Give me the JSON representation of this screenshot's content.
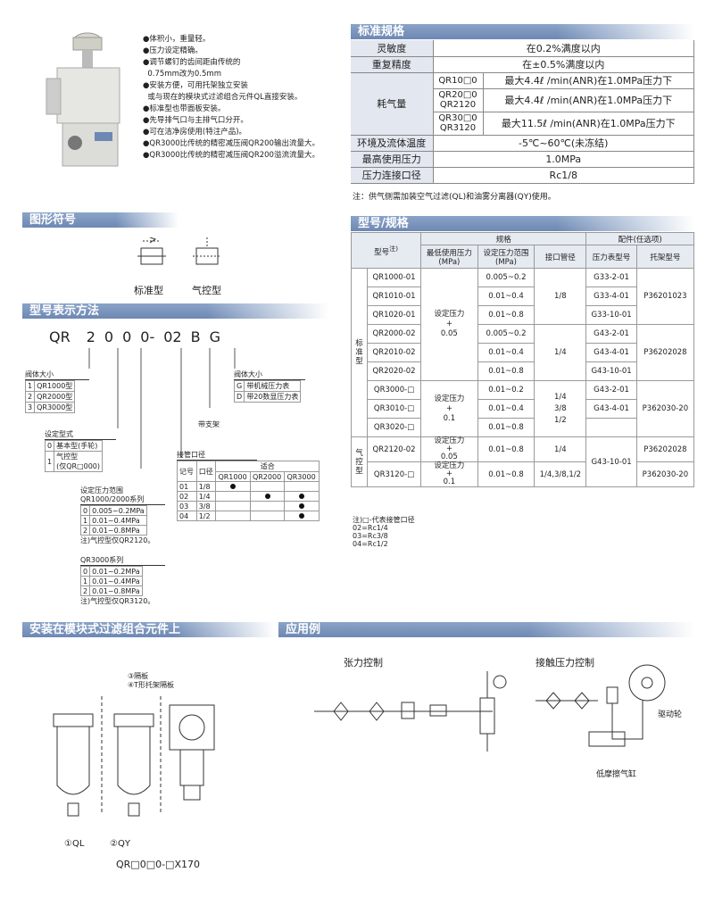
{
  "features": [
    "体积小，重量轻。",
    "压力设定精确。",
    "调节螺钉的齿间距由传统的",
    "0.75mm改为0.5mm",
    "安装方便，可用托架独立安装",
    "或与现在的模块式过滤组合元件QL直接安装。",
    "标准型也带面板安装。",
    "先导排气口与主排气口分开。",
    "可在洁净房使用(特注产品)。",
    "QR3000比传统的精密减压阀QR200输出流量大。",
    "QR3000比传统的精密减压阀QR200溢流流量大。"
  ],
  "spec": {
    "title": "标准规格",
    "rows": [
      {
        "label": "灵敏度",
        "value": "在0.2%满度以内"
      },
      {
        "label": "重复精度",
        "value": "在±0.5%满度以内"
      }
    ],
    "consumption_label": "耗气量",
    "consumption": [
      {
        "model": "QR10□0",
        "value": "最大4.4ℓ /min(ANR)在1.0MPa压力下"
      },
      {
        "model": "QR20□0\nQR2120",
        "value": "最大4.4ℓ /min(ANR)在1.0MPa压力下"
      },
      {
        "model": "QR30□0\nQR3120",
        "value": "最大11.5ℓ /min(ANR)在1.0MPa压力下"
      }
    ],
    "rows2": [
      {
        "label": "环境及流体温度",
        "value": "-5℃~60℃(未冻结)"
      },
      {
        "label": "最高使用压力",
        "value": "1.0MPa"
      },
      {
        "label": "压力连接口径",
        "value": "Rc1/8"
      }
    ],
    "note": "注：供气侧需加装空气过滤(QL)和油雾分离器(QY)使用。"
  },
  "symbols": {
    "title": "图形符号",
    "standard": "标准型",
    "pilot": "气控型"
  },
  "howto": {
    "title": "型号表示方法",
    "code": [
      "QR",
      "2",
      "0",
      "0",
      "0-",
      "02",
      "B",
      "G"
    ],
    "body_size_title": "阀体大小",
    "body_sizes": [
      [
        "1",
        "QR1000型"
      ],
      [
        "2",
        "QR2000型"
      ],
      [
        "3",
        "QR3000型"
      ]
    ],
    "setting_title": "设定型式",
    "settings": [
      [
        "0",
        "基本型(手轮)"
      ],
      [
        "1",
        "气控型\n(仅QR□000)"
      ]
    ],
    "range_title": "设定压力范围\nQR1000/2000系列",
    "ranges": [
      [
        "0",
        "0.005~0.2MPa"
      ],
      [
        "1",
        "0.01~0.4MPa"
      ],
      [
        "2",
        "0.01~0.8MPa"
      ]
    ],
    "range_note": "注)气控型仅QR2120。",
    "range3_title": "QR3000系列",
    "ranges3": [
      [
        "0",
        "0.01~0.2MPa"
      ],
      [
        "1",
        "0.01~0.4MPa"
      ],
      [
        "2",
        "0.01~0.8MPa"
      ]
    ],
    "range3_note": "注)气控型仅QR3120。",
    "bracket": "带支架",
    "gauge_title": "阀体大小",
    "gauges": [
      [
        "G",
        "带机械压力表"
      ],
      [
        "D",
        "带20数显压力表"
      ]
    ],
    "port_title": "接管口径",
    "port_head": [
      "记号",
      "口径",
      "适合",
      "QR1000",
      "QR2000",
      "QR3000"
    ],
    "ports": [
      [
        "01",
        "1/8",
        1,
        0,
        0
      ],
      [
        "02",
        "1/4",
        0,
        1,
        1
      ],
      [
        "03",
        "3/8",
        0,
        0,
        1
      ],
      [
        "04",
        "1/2",
        0,
        0,
        1
      ]
    ]
  },
  "model_spec": {
    "title": "型号/规格",
    "h_model": "型号",
    "h_model_note": "注)",
    "h_spec": "规格",
    "h_acc": "配件(任选项)",
    "h_min": "最低使用压力\n(MPa)",
    "h_range": "设定压力范围\n(MPa)",
    "h_port": "接口管径",
    "h_gauge": "压力表型号",
    "h_bracket": "托架型号",
    "group_std": "标\n准\n型",
    "group_pilot": "气\n控\n型",
    "rows": [
      [
        "QR1000-01",
        "0.005~0.2",
        "G33-2-01"
      ],
      [
        "QR1010-01",
        "0.01~0.4",
        "G33-4-01"
      ],
      [
        "QR1020-01",
        "0.01~0.8",
        "G33-10-01"
      ],
      [
        "QR2000-02",
        "0.005~0.2",
        "G43-2-01"
      ],
      [
        "QR2010-02",
        "0.01~0.4",
        "G43-4-01"
      ],
      [
        "QR2020-02",
        "0.01~0.8",
        "G43-10-01"
      ],
      [
        "QR3000-□",
        "0.01~0.2",
        "G43-2-01"
      ],
      [
        "QR3010-□",
        "0.01~0.4",
        "G43-4-01"
      ],
      [
        "QR3020-□",
        "0.01~0.8",
        ""
      ],
      [
        "QR2120-02",
        "0.01~0.8",
        "G43-10-01"
      ],
      [
        "QR3120-□",
        "0.01~0.8",
        ""
      ]
    ],
    "min1": "设定压力\n+\n0.05",
    "min2": "设定压力\n+\n0.1",
    "min3": "设定压力\n+\n0.05",
    "min4": "设定压力\n+\n0.1",
    "port1": "1/8",
    "port2": "1/4",
    "port3": "1/4\n3/8\n1/2",
    "port4": "1/4",
    "port5": "1/4,3/8,1/2",
    "br1": "P36201023",
    "br2": "P36202028",
    "br3": "P362030-20",
    "br4": "P36202028",
    "br5": "P362030-20",
    "notes": [
      "注)□-代表接管口径",
      "02=Rc1/4",
      "03=Rc3/8",
      "04=Rc1/2"
    ]
  },
  "mount": {
    "title": "安装在模块式过滤组合元件上",
    "l3": "③隔板",
    "l4": "④T形托架隔板",
    "ql": "①QL",
    "qy": "②QY",
    "code": "QR□0□0-□X170"
  },
  "app": {
    "title": "应用例",
    "tension": "张力控制",
    "contact": "接触压力控制",
    "drive": "驱动轮",
    "cyl": "低摩擦气缸"
  }
}
